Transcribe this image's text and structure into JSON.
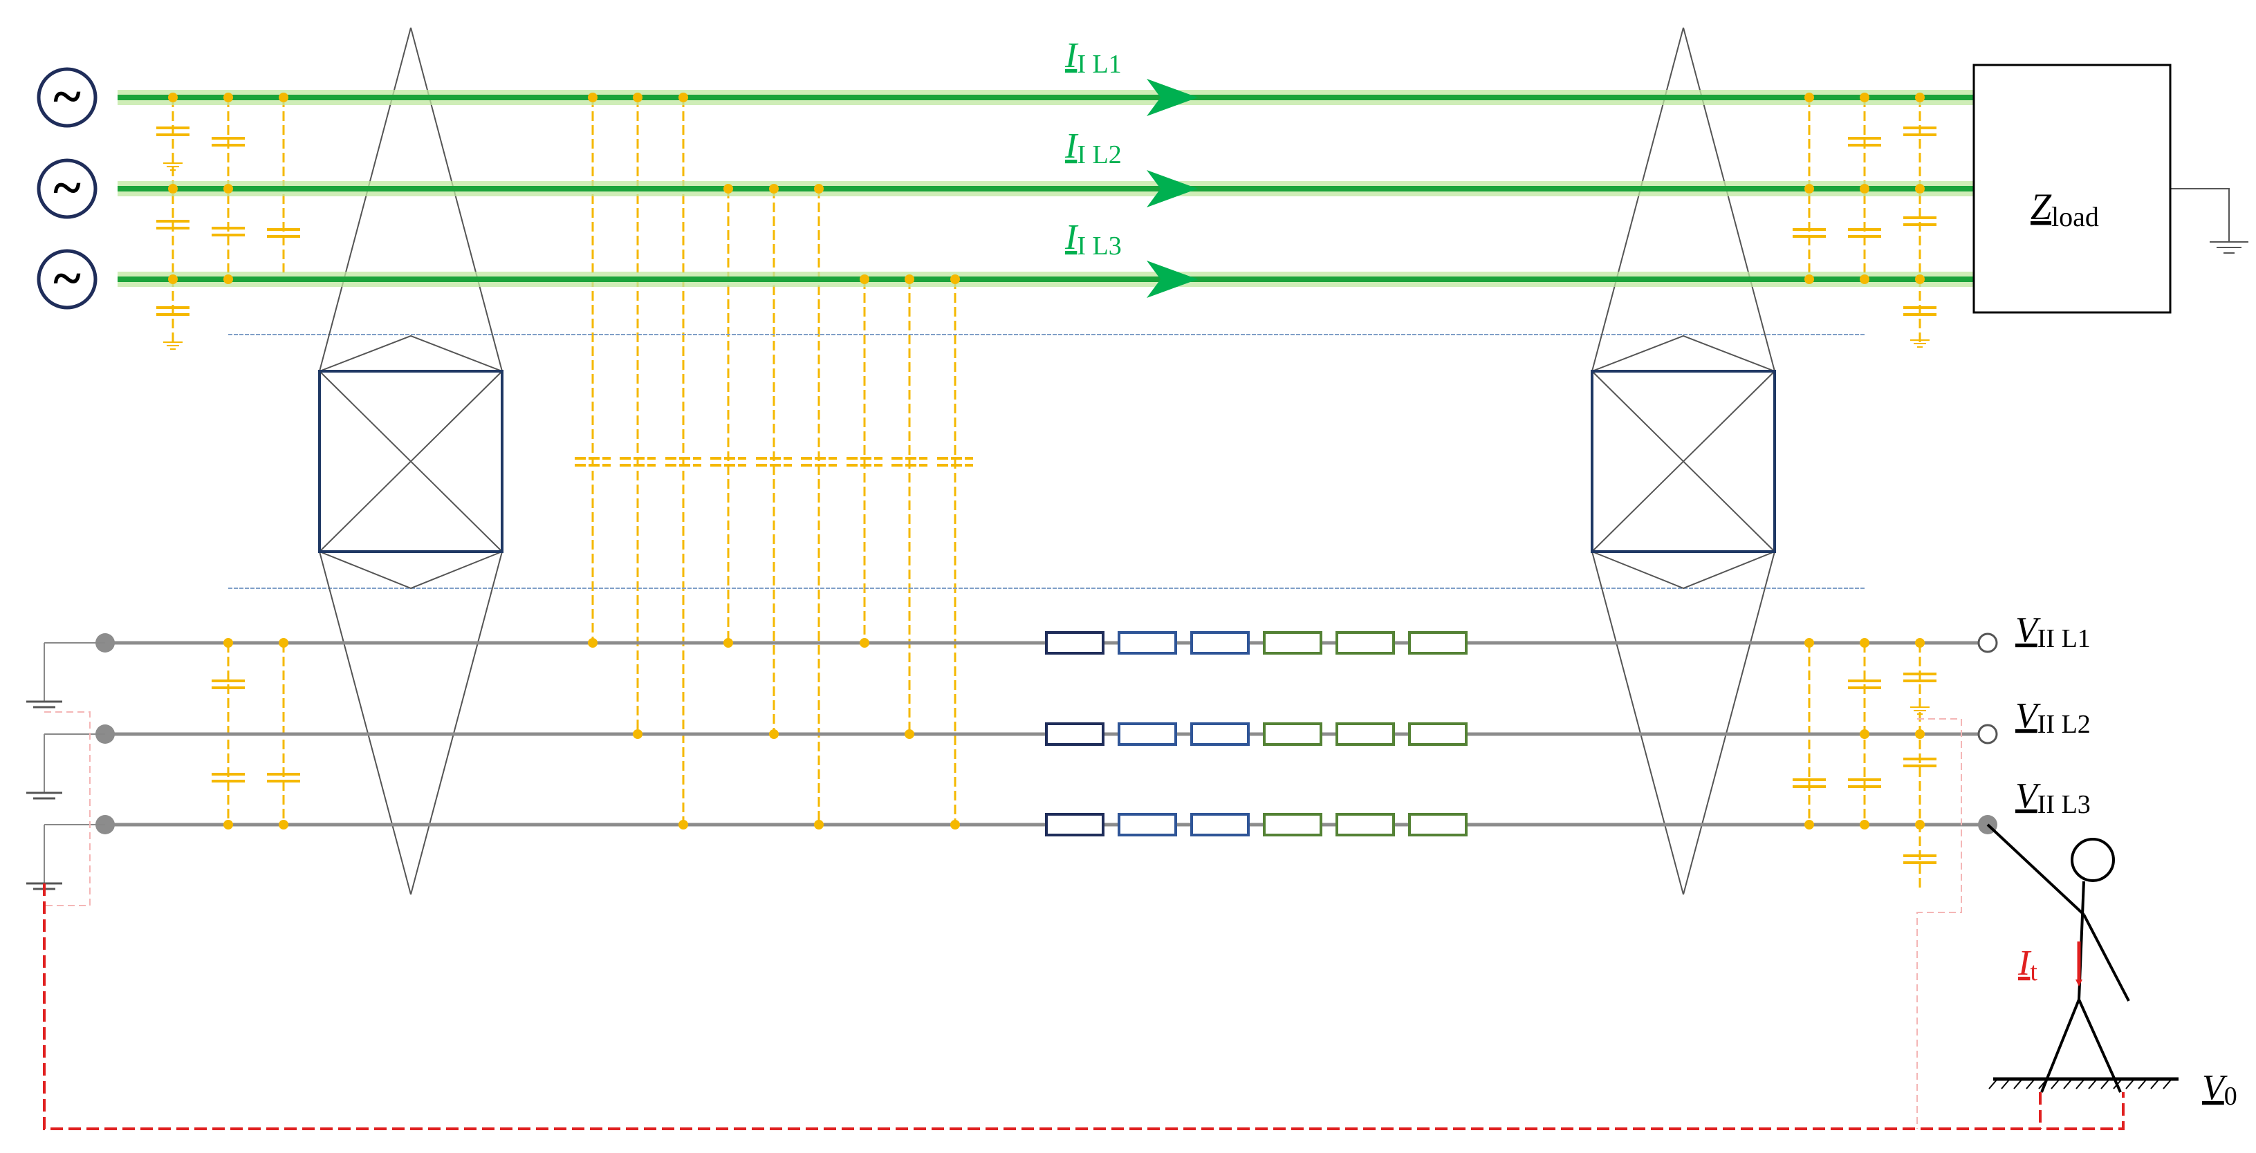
{
  "labels": {
    "load": {
      "sym": "Z",
      "sub": "load"
    },
    "current_l1": {
      "sym": "I",
      "sub": "I L1"
    },
    "current_l2": {
      "sym": "I",
      "sub": "I L2"
    },
    "current_l3": {
      "sym": "I",
      "sub": "I L3"
    },
    "voltage_l1": {
      "sym": "V",
      "sub": "II L1"
    },
    "voltage_l2": {
      "sym": "V",
      "sub": "II L2"
    },
    "voltage_l3": {
      "sym": "V",
      "sub": "II L3"
    },
    "touch_current": {
      "sym": "I",
      "sub": "t"
    },
    "ground_voltage": {
      "sym": "V",
      "sub": "0"
    }
  },
  "sources": [
    {
      "glyph": "~"
    },
    {
      "glyph": "~"
    },
    {
      "glyph": "~"
    }
  ],
  "colors": {
    "energized_line": "#1aa33a",
    "energized_glow": "#bfe7a0",
    "current_arrow": "#00b050",
    "dead_line": "#8c8c8c",
    "capacitance": "#f5b800",
    "fault_path": "#e02020",
    "tower": "#555555",
    "tower_body": "#1f3864",
    "impedance_dark": "#1f2d5a",
    "impedance_blue": "#2f5597",
    "impedance_green": "#548235"
  }
}
